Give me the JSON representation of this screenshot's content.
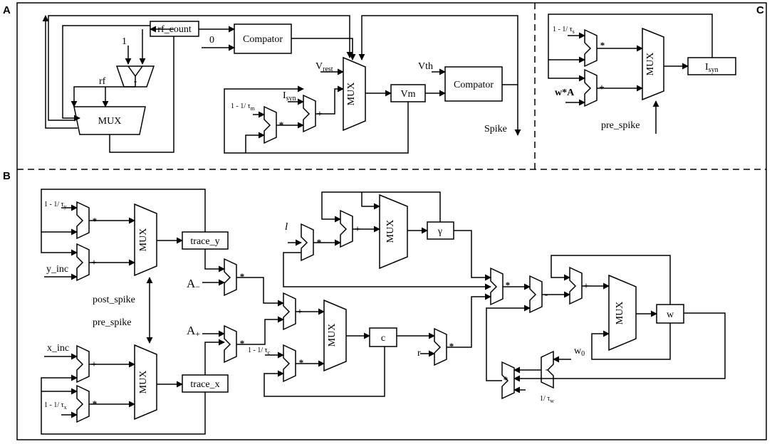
{
  "panels": {
    "a": "A",
    "b": "B",
    "c": "C"
  },
  "ops": {
    "mul": "*",
    "add": "+",
    "sub": "-",
    "mux": "MUX"
  },
  "labels": {
    "rf_count": "rf_count",
    "zero": "0",
    "one": "1",
    "rf": "rf",
    "comparator": "Compator",
    "v_rest": "V",
    "v_rest_sub": "rest",
    "vth": "Vth",
    "vm": "Vm",
    "spike": "Spike",
    "i_syn": "I",
    "i_syn_sub": "syn",
    "decay_m": "1 - 1/ τ",
    "decay_m_sub": "m",
    "decay_s": "1 - 1/ τ",
    "decay_s_sub": "s",
    "w_a": "w*A",
    "pre_spike": "pre_spike",
    "post_spike": "post_spike",
    "decay_y": "1 - 1/ τ",
    "decay_y_sub": "y",
    "decay_x": "1 - 1/ τ",
    "decay_x_sub": "x",
    "decay_c": "1 - 1/ τ",
    "decay_c_sub": "c",
    "y_inc": "y_inc",
    "x_inc": "x_inc",
    "trace_y": "trace_y",
    "trace_x": "trace_x",
    "a_minus": "A",
    "a_minus_sub": "−",
    "a_plus": "A",
    "a_plus_sub": "+",
    "c": "c",
    "r": "r",
    "l": "l",
    "gamma": "γ",
    "w": "w",
    "w0": "w",
    "w0_sub": "0",
    "inv_tau_w": "1/ τ",
    "inv_tau_w_sub": "w"
  }
}
